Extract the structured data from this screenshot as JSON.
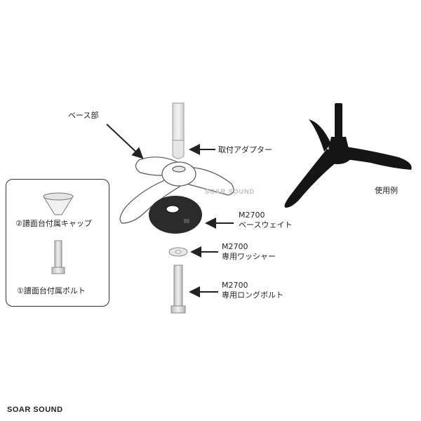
{
  "labels": {
    "base": "ベース部",
    "adapter": "取付アダプター",
    "weight_model": "M2700",
    "weight_name": "ベースウェイト",
    "washer_model": "M2700",
    "washer_name": "専用ワッシャー",
    "bolt_model": "M2700",
    "bolt_name": "専用ロングボルト",
    "example": "使用例"
  },
  "accessory_box": {
    "cap": "②譜面台付属キャップ",
    "bolt": "①譜面台付属ボルト"
  },
  "watermark": "SOAR SOUND",
  "footer": "SOAR SOUND",
  "colors": {
    "line": "#333333",
    "part_dark": "#2a2a2a",
    "stand_black": "#151515"
  }
}
